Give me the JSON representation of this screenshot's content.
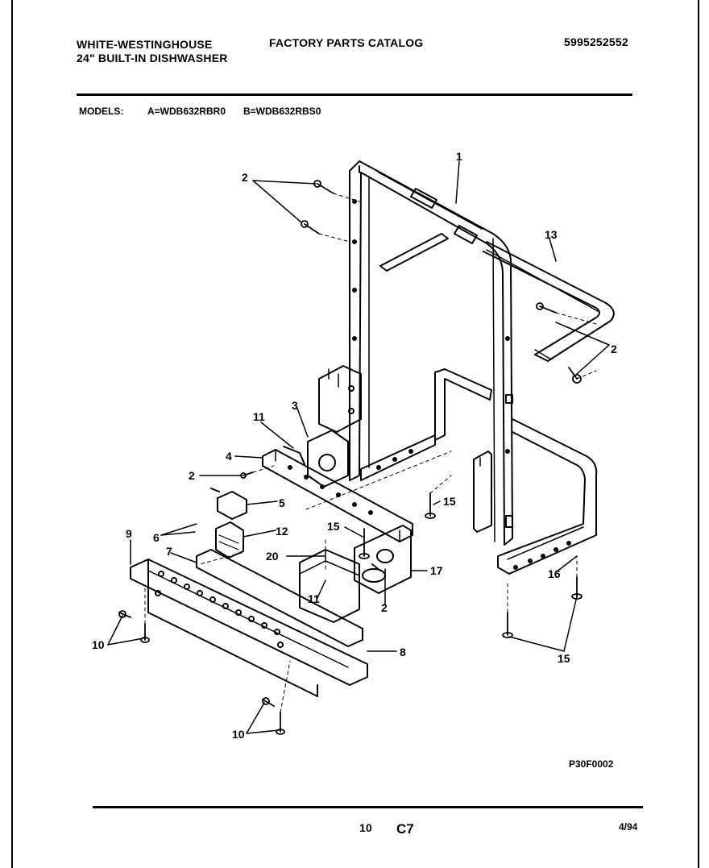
{
  "header": {
    "brand": "WHITE-WESTINGHOUSE",
    "product": "24\" BUILT-IN DISHWASHER",
    "catalog_title": "FACTORY PARTS CATALOG",
    "catalog_number": "5995252552"
  },
  "models": {
    "label": "MODELS:",
    "model_a": "A=WDB632RBR0",
    "model_b": "B=WDB632RBS0"
  },
  "diagram": {
    "drawing_code": "P30F0002",
    "callouts": [
      {
        "id": "1",
        "text": "1"
      },
      {
        "id": "2a",
        "text": "2"
      },
      {
        "id": "13",
        "text": "13"
      },
      {
        "id": "2b",
        "text": "2"
      },
      {
        "id": "3",
        "text": "3"
      },
      {
        "id": "11a",
        "text": "11"
      },
      {
        "id": "4",
        "text": "4"
      },
      {
        "id": "2c",
        "text": "2"
      },
      {
        "id": "5",
        "text": "5"
      },
      {
        "id": "15a",
        "text": "15"
      },
      {
        "id": "6",
        "text": "6"
      },
      {
        "id": "12",
        "text": "12"
      },
      {
        "id": "15b",
        "text": "15"
      },
      {
        "id": "9",
        "text": "9"
      },
      {
        "id": "7",
        "text": "7"
      },
      {
        "id": "20",
        "text": "20"
      },
      {
        "id": "17",
        "text": "17"
      },
      {
        "id": "16",
        "text": "16"
      },
      {
        "id": "11b",
        "text": "11"
      },
      {
        "id": "2d",
        "text": "2"
      },
      {
        "id": "10a",
        "text": "10"
      },
      {
        "id": "8",
        "text": "8"
      },
      {
        "id": "15c",
        "text": "15"
      },
      {
        "id": "10b",
        "text": "10"
      }
    ]
  },
  "footer": {
    "page_number": "10",
    "section_code": "C7",
    "date": "4/94"
  }
}
